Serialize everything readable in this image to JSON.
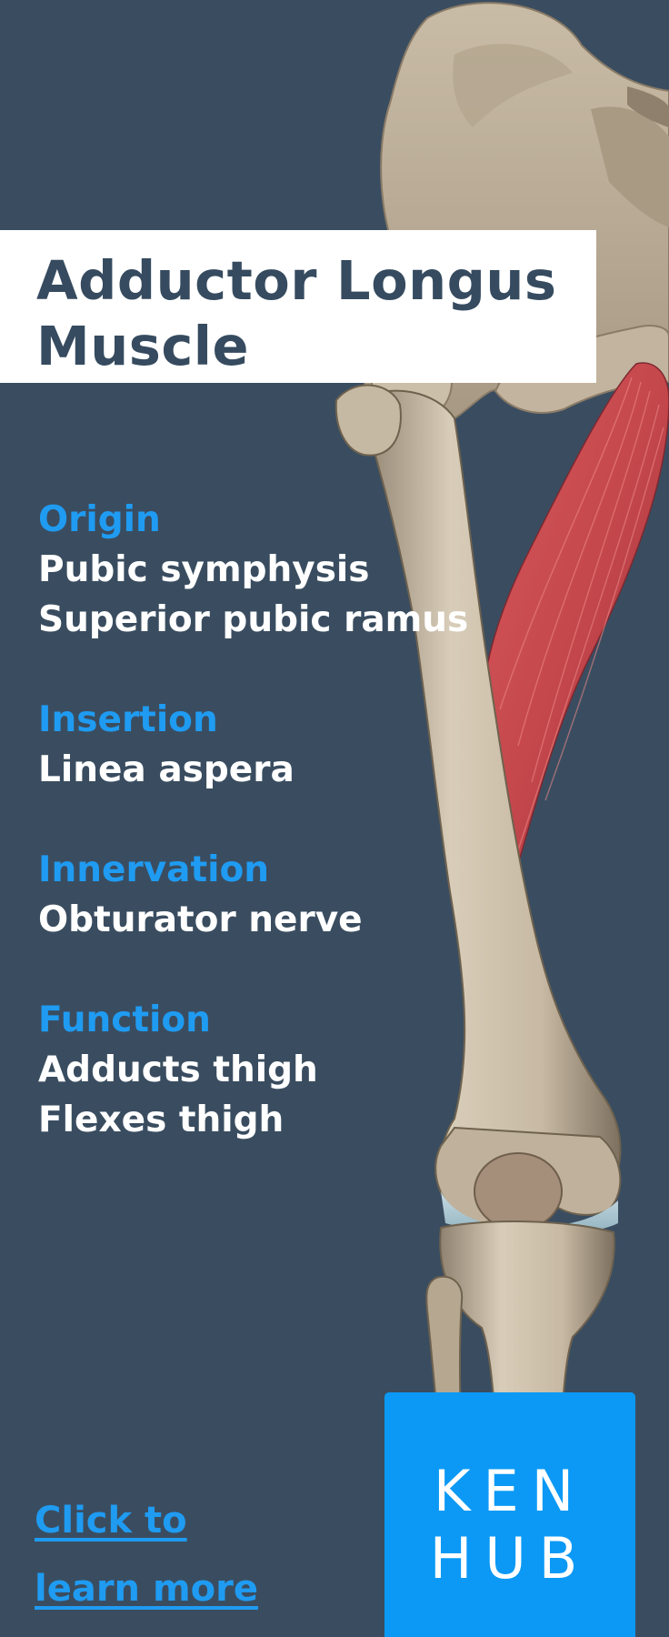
{
  "title": {
    "line1": "Adductor Longus",
    "line2": "Muscle"
  },
  "facts": [
    {
      "heading": "Origin",
      "lines": [
        "Pubic symphysis",
        "Superior pubic ramus"
      ]
    },
    {
      "heading": "Insertion",
      "lines": [
        "Linea aspera"
      ]
    },
    {
      "heading": "Innervation",
      "lines": [
        "Obturator nerve"
      ]
    },
    {
      "heading": "Function",
      "lines": [
        "Adducts thigh",
        "Flexes thigh"
      ]
    }
  ],
  "cta": {
    "line1": "Click to",
    "line2": "learn more"
  },
  "logo": {
    "line1": "KEN",
    "line2": "HUB"
  },
  "colors": {
    "background": "#3a4d60",
    "accent": "#1f9bf2",
    "logo_bg": "#0b99f5",
    "muscle": "#c4474c",
    "bone": "#c9bda9"
  }
}
